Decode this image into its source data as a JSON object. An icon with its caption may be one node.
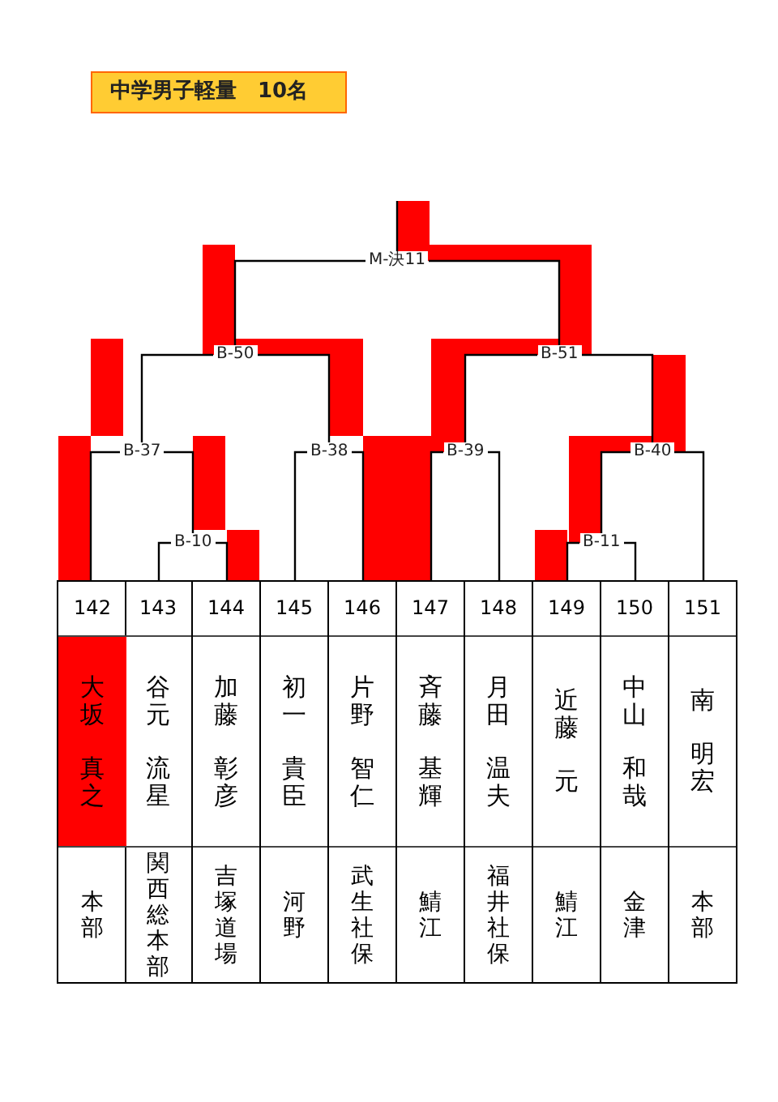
{
  "diagram": {
    "title": "中学男子軽量　10名",
    "nodes": [
      {
        "text": [
          "M-決11"
        ]
      },
      {
        "text": [
          "B-50"
        ]
      },
      {
        "text": [
          "B-51"
        ]
      },
      {
        "text": [
          "B-37"
        ]
      },
      {
        "text": [
          "B-38"
        ]
      },
      {
        "text": [
          "B-39"
        ]
      },
      {
        "text": [
          "B-40"
        ]
      },
      {
        "text": [
          "B-10"
        ]
      },
      {
        "text": [
          "B-11"
        ]
      },
      {
        "text": [
          "142",
          "大坂",
          "真之",
          "本部"
        ]
      },
      {
        "text": [
          "143",
          "谷元",
          "流星",
          "関西総本部"
        ]
      },
      {
        "text": [
          "144",
          "加藤",
          "彰彦",
          "吉塚道場"
        ]
      },
      {
        "text": [
          "145",
          "初一",
          "貴臣",
          "河野"
        ]
      },
      {
        "text": [
          "146",
          "片野",
          "智仁",
          "武生社保"
        ]
      },
      {
        "text": [
          "147",
          "斉藤",
          "基輝",
          "鯖江"
        ]
      },
      {
        "text": [
          "148",
          "月田",
          "温夫",
          "福井社保"
        ]
      },
      {
        "text": [
          "149",
          "近藤",
          "元",
          "鯖江"
        ]
      },
      {
        "text": [
          "150",
          "中山",
          "和哉",
          "金津"
        ]
      },
      {
        "text": [
          "151",
          "南",
          "明宏",
          "本部"
        ]
      }
    ],
    "edges": [
      {
        "from": 10,
        "to": 7,
        "arrow": "none"
      },
      {
        "from": 11,
        "to": 7,
        "arrow": "none"
      },
      {
        "from": 9,
        "to": 3,
        "arrow": "none"
      },
      {
        "from": 7,
        "to": 3,
        "arrow": "none"
      },
      {
        "from": 12,
        "to": 4,
        "arrow": "none"
      },
      {
        "from": 13,
        "to": 4,
        "arrow": "none"
      },
      {
        "from": 3,
        "to": 1,
        "arrow": "none"
      },
      {
        "from": 4,
        "to": 1,
        "arrow": "none"
      },
      {
        "from": 14,
        "to": 5,
        "arrow": "none"
      },
      {
        "from": 15,
        "to": 5,
        "arrow": "none"
      },
      {
        "from": 16,
        "to": 8,
        "arrow": "none"
      },
      {
        "from": 17,
        "to": 8,
        "arrow": "none"
      },
      {
        "from": 8,
        "to": 6,
        "arrow": "none"
      },
      {
        "from": 18,
        "to": 6,
        "arrow": "none"
      },
      {
        "from": 5,
        "to": 2,
        "arrow": "none"
      },
      {
        "from": 6,
        "to": 2,
        "arrow": "none"
      },
      {
        "from": 1,
        "to": 0,
        "arrow": "none"
      },
      {
        "from": 2,
        "to": 0,
        "arrow": "none"
      },
      {
        "from": 0,
        "to": null,
        "arrow": "none"
      }
    ]
  }
}
